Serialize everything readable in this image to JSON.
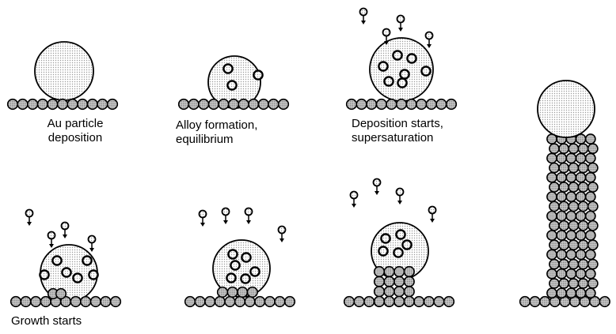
{
  "stages": [
    {
      "id": "s1",
      "caption": [
        "Au particle",
        "deposition"
      ]
    },
    {
      "id": "s2",
      "caption": [
        "Alloy formation,",
        "equilibrium"
      ]
    },
    {
      "id": "s3",
      "caption": [
        "Deposition starts,",
        "supersaturation"
      ]
    },
    {
      "id": "s4",
      "caption": [
        "Growth starts"
      ]
    },
    {
      "id": "s5",
      "caption": []
    },
    {
      "id": "s6",
      "caption": []
    },
    {
      "id": "s7",
      "caption": []
    }
  ],
  "colors": {
    "stroke": "#000000",
    "droplet_fill": "#e6e6e6",
    "atom_fill": "#b9b9b9",
    "background": "#ffffff"
  },
  "icons": [
    "substrate-atom-icon",
    "precursor-molecule-icon",
    "au-droplet-icon"
  ]
}
